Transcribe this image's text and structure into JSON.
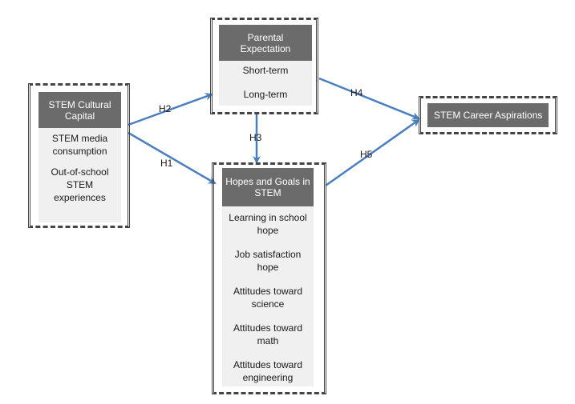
{
  "nodes": {
    "cultural_capital": {
      "title": "STEM Cultural Capital",
      "items": [
        "STEM media consumption",
        "Out-of-school STEM experiences"
      ]
    },
    "parental_expectation": {
      "title": "Parental Expectation",
      "items": [
        "Short-term",
        "Long-term"
      ]
    },
    "hopes_goals": {
      "title": "Hopes and Goals in STEM",
      "items": [
        "Learning in school hope",
        "Job satisfaction hope",
        "Attitudes toward science",
        "Attitudes toward math",
        "Attitudes toward engineering"
      ]
    },
    "career_aspirations": {
      "title": "STEM Career Aspirations"
    }
  },
  "hypotheses": {
    "h1": "H1",
    "h2": "H2",
    "h3": "H3",
    "h4": "H4",
    "h5": "H5"
  },
  "colors": {
    "arrow": "#4a7fbf",
    "header_fill": "#6b6b6b",
    "body_fill": "#f0f0f0"
  }
}
